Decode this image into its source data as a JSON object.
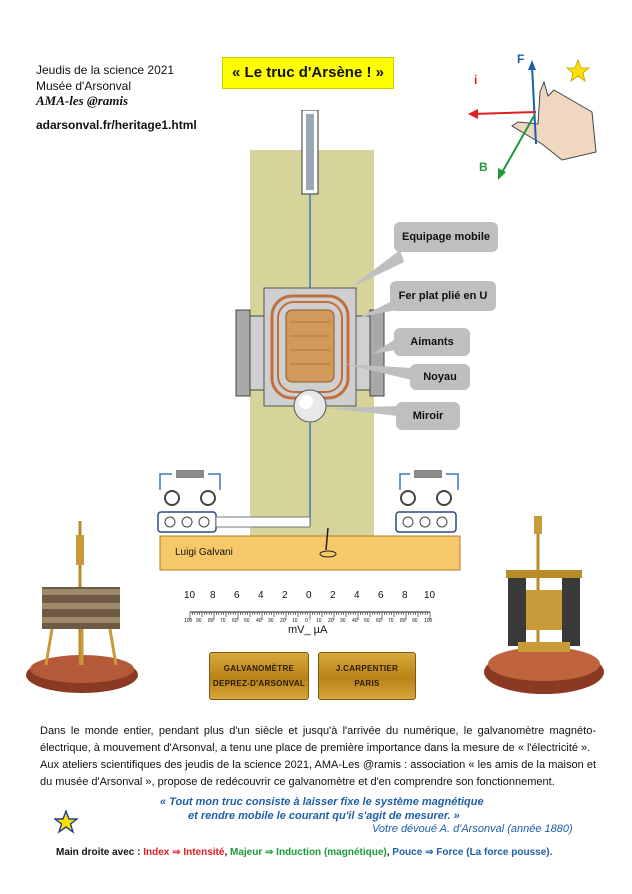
{
  "header": {
    "line1": "Jeudis de la science 2021",
    "line2": "Musée d'Arsonval",
    "line3": "AMA-les @ramis",
    "url": "adarsonval.fr/heritage1.html"
  },
  "title": "« Le truc d'Arsène ! »",
  "hand_labels": {
    "force": "F",
    "current": "i",
    "field": "B"
  },
  "callouts": {
    "equipage": "Equipage mobile",
    "fer": "Fer plat plié en U",
    "aimants": "Aimants",
    "noyau": "Noyau",
    "miroir": "Miroir"
  },
  "base_label": "Luigi Galvani",
  "scale": {
    "top_ticks": [
      "10",
      "8",
      "6",
      "4",
      "2",
      "0",
      "2",
      "4",
      "6",
      "8",
      "10"
    ],
    "bottom_ticks": [
      "100",
      "90",
      "80",
      "70",
      "60",
      "50",
      "40",
      "30",
      "20",
      "10",
      "0",
      "10",
      "20",
      "30",
      "40",
      "50",
      "60",
      "70",
      "80",
      "90",
      "100"
    ],
    "unit": "mV_ µA"
  },
  "plaques": {
    "left_line1": "GALVANOMÈTRE",
    "left_line2": "DEPREZ-D'ARSONVAL",
    "right_line1": "J.CARPENTIER",
    "right_line2": "PARIS"
  },
  "body": {
    "paragraph1": "Dans le monde entier, pendant plus d'un siècle et jusqu'à l'arrivée du numérique, le galvanomètre magnéto-électrique, à mouvement d'Arsonval, a tenu une place de première importance dans la mesure de « l'électricité ».",
    "paragraph2": "Aux ateliers scientifiques des jeudis de la science 2021, AMA-Les @ramis : association « les amis de la maison et du musée d'Arsonval », propose de redécouvrir ce galvanomètre et d'en comprendre son fonctionnement.",
    "quote_line1": "« Tout mon truc consiste à laisser fixe le système magnétique",
    "quote_line2": "et rendre mobile le courant qu'il s'agit de mesurer. »",
    "signature": "Votre dévoué A. d'Arsonval (année 1880)"
  },
  "legend": {
    "prefix": "Main droite avec : ",
    "index": "Index",
    "arrow1": " ⇒ ",
    "intensite": "Intensité",
    "sep1": ", ",
    "majeur": "Majeur",
    "arrow2": " ⇒ ",
    "induction": "Induction (magnétique)",
    "sep2": ", ",
    "pouce": "Pouce",
    "arrow3": " ⇒ ",
    "force": "Force (La force pousse)."
  },
  "colors": {
    "title_bg": "#ffff00",
    "panel": "#d6d49a",
    "callout": "#bfbfbf",
    "quote": "#1f5fa8",
    "red": "#e02020",
    "green": "#1a9a3a",
    "blue": "#1f5fa8"
  }
}
